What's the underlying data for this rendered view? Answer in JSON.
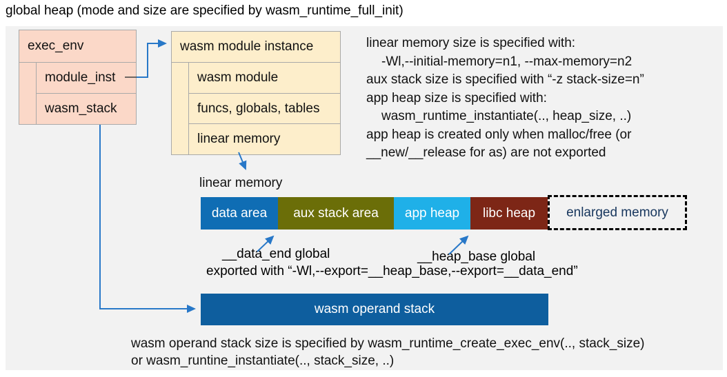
{
  "title": "global heap (mode and size are specified by wasm_runtime_full_init)",
  "exec_env": {
    "title": "exec_env",
    "fields": [
      {
        "label": "module_inst"
      },
      {
        "label": "wasm_stack"
      }
    ]
  },
  "module_instance": {
    "title": "wasm module instance",
    "fields": [
      {
        "label": "wasm module"
      },
      {
        "label": "funcs, globals, tables"
      },
      {
        "label": "linear memory"
      }
    ]
  },
  "notes_right": {
    "lines": [
      "linear memory size is specified with:",
      "-Wl,--initial-memory=n1, --max-memory=n2",
      "aux stack size is specified with “-z stack-size=n”",
      "app heap size is specified with:",
      "wasm_runtime_instantiate(.., heap_size, ..)",
      "app heap is created only when malloc/free (or",
      "__new/__release for as) are not exported"
    ]
  },
  "linear_memory": {
    "label": "linear memory",
    "segments": [
      {
        "label": "data area",
        "color": "#0f6db4",
        "text_color": "#ffffff"
      },
      {
        "label": "aux stack area",
        "color": "#6b6e08",
        "text_color": "#ffffff"
      },
      {
        "label": "app heap",
        "color": "#1fb0e8",
        "text_color": "#ffffff"
      },
      {
        "label": "libc heap",
        "color": "#7d2616",
        "text_color": "#ffffff"
      },
      {
        "label": "enlarged memory",
        "color": "transparent",
        "text_color": "#17365d"
      }
    ]
  },
  "annotations": {
    "data_end": "__data_end global",
    "heap_base": "__heap_base global",
    "exported": "exported with “-Wl,--export=__heap_base,--export=__data_end”"
  },
  "operand_stack": {
    "label": "wasm operand stack",
    "color": "#0e5e9e",
    "text_color": "#ffffff"
  },
  "notes_bottom": {
    "lines": [
      "wasm operand stack size is specified by wasm_runtime_create_exec_env(.., stack_size)",
      "or wasm_runtine_instantiate(.., stack_size, ..)"
    ]
  },
  "colors": {
    "panel_bg": "#f2f2f2",
    "exec_env_fill": "#fbd8c8",
    "module_instance_fill": "#fdeecb",
    "box_border": "#a9a9a9",
    "connector_blue": "#2878c8"
  }
}
